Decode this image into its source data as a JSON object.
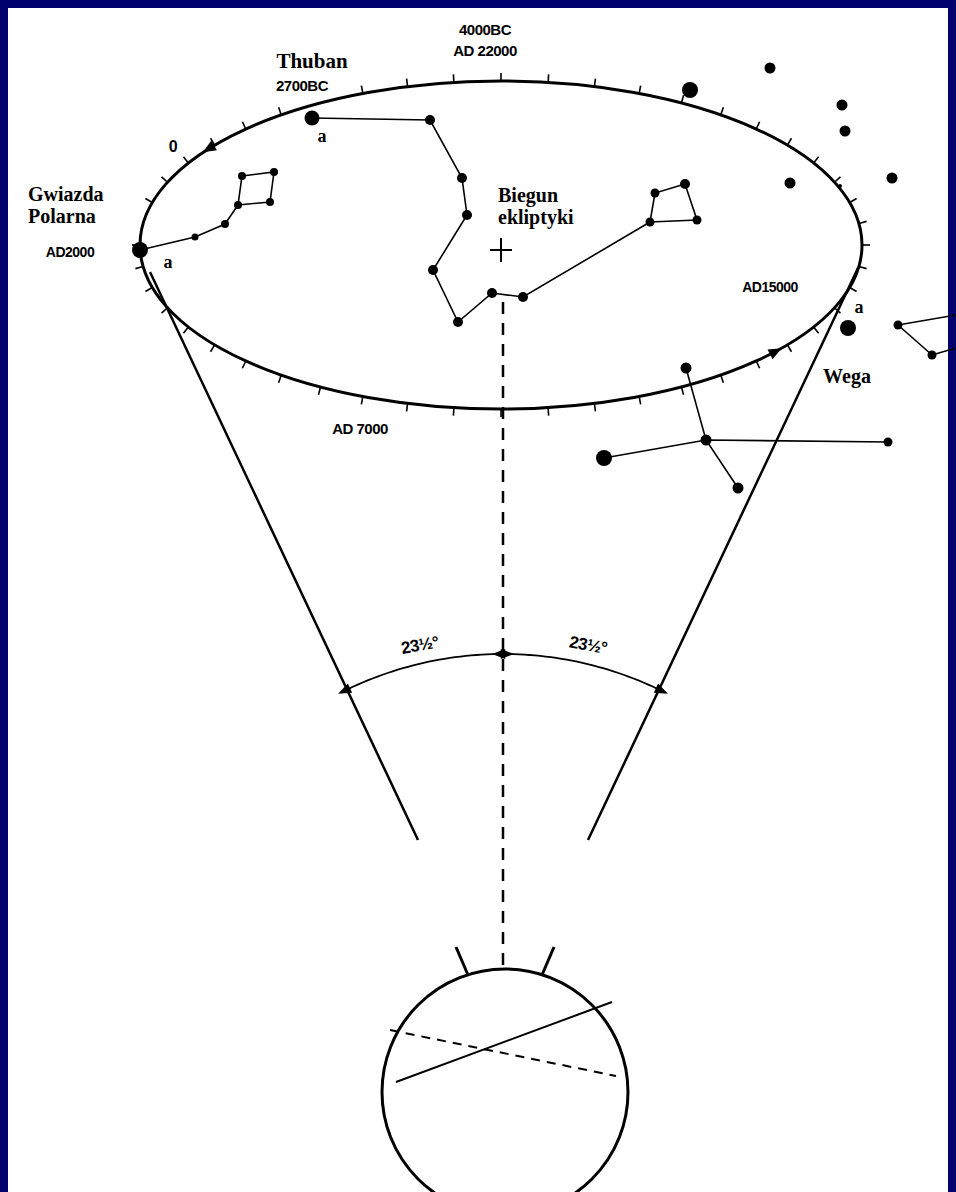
{
  "diagram": {
    "labels": [
      "4000BC",
      "AD 22000",
      "Thuban",
      "2700BC",
      "0",
      "Gwiazda Polarna",
      "AD2000",
      "a",
      "a",
      "Biegun ekliptyki",
      "AD15000",
      "a",
      "Wega",
      "AD 7000",
      "23½°",
      "23½°"
    ]
  }
}
